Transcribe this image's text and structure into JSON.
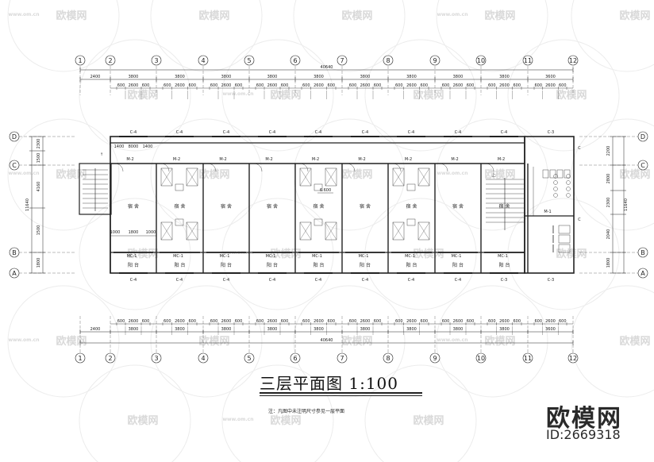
{
  "drawing": {
    "title": "三层平面图  1:100",
    "note": "注：凡图中未注明尺寸参见一层平面",
    "brand": "欧模网",
    "model_id": "ID:2669318",
    "watermark_brand": "欧模网",
    "watermark_url": "www.om.cn",
    "column_axes": [
      "1",
      "2",
      "3",
      "4",
      "5",
      "6",
      "7",
      "8",
      "9",
      "10",
      "11",
      "12"
    ],
    "row_axes": [
      "D",
      "C",
      "B",
      "A"
    ],
    "overall_dim": "40640",
    "bay_dim": "3800",
    "first_bay_dim": "2400",
    "end_bay_dim": "3600",
    "sub_dims": [
      "600",
      "2600",
      "600"
    ],
    "left_dims": [
      "2300",
      "1500",
      "4160",
      "1500",
      "11640",
      "1800"
    ],
    "right_dims": [
      "2200",
      "2800",
      "2300",
      "2040",
      "1800",
      "11640"
    ],
    "window_tags": [
      "C-4",
      "C-4",
      "C-4",
      "C-4",
      "C-4",
      "C-4",
      "C-4",
      "C-4",
      "C-4",
      "C-3"
    ],
    "bottom_window_tags": [
      "C-4",
      "C-4",
      "C-4",
      "C-4",
      "C-4",
      "C-4",
      "C-4",
      "C-4",
      "C-3"
    ],
    "door_tag": "M-2",
    "door_tag_wc": "M-1",
    "balcony_door_tag": "MC-1",
    "room_label": "宿 舍",
    "balcony_label": "阳 台",
    "elevation_mark": "6.600",
    "corridor_dims": [
      "1400",
      "8000",
      "1400"
    ],
    "room_sub_dims": [
      "1000",
      "1800",
      "1000"
    ],
    "stair_mark": "上"
  }
}
